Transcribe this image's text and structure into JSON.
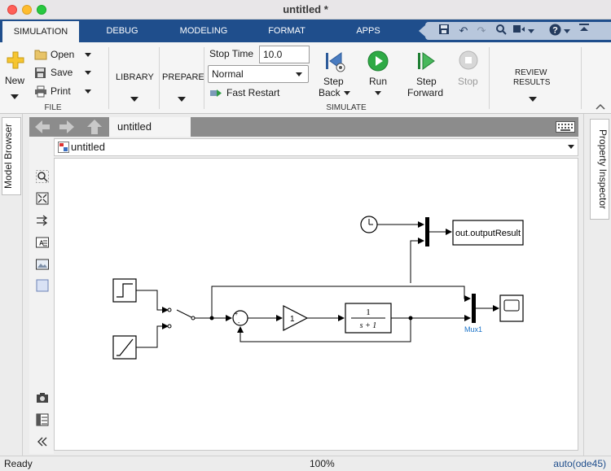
{
  "window": {
    "title": "untitled *"
  },
  "tabs": [
    {
      "label": "SIMULATION",
      "active": true
    },
    {
      "label": "DEBUG",
      "active": false
    },
    {
      "label": "MODELING",
      "active": false
    },
    {
      "label": "FORMAT",
      "active": false
    },
    {
      "label": "APPS",
      "active": false
    }
  ],
  "toolstrip": {
    "new_label": "New",
    "open_label": "Open",
    "save_label": "Save",
    "print_label": "Print",
    "file_group": "FILE",
    "library_label": "LIBRARY",
    "prepare_label": "PREPARE",
    "stop_time_label": "Stop Time",
    "stop_time_value": "10.0",
    "mode_value": "Normal",
    "fast_restart_label": "Fast Restart",
    "step_back_line1": "Step",
    "step_back_line2": "Back",
    "run_label": "Run",
    "step_forward_line1": "Step",
    "step_forward_line2": "Forward",
    "stop_label": "Stop",
    "simulate_group": "SIMULATE",
    "review_line1": "REVIEW",
    "review_line2": "RESULTS"
  },
  "side_tabs": {
    "model_browser": "Model Browser",
    "property_inspector": "Property Inspector"
  },
  "navigation": {
    "tab_label": "untitled",
    "address": "untitled"
  },
  "diagram": {
    "gain_value": "1",
    "tf_numerator": "1",
    "tf_denominator": "s + 1",
    "sum_signs": "+ -",
    "mux_label": "Mux1",
    "output_block_label": "out.outputResult"
  },
  "status": {
    "left": "Ready",
    "zoom": "100%",
    "solver": "auto(ode45)"
  },
  "colors": {
    "tab_strip": "#1f4e8c",
    "mux_label": "#1a73c8",
    "solver_text": "#1f4e8c"
  }
}
